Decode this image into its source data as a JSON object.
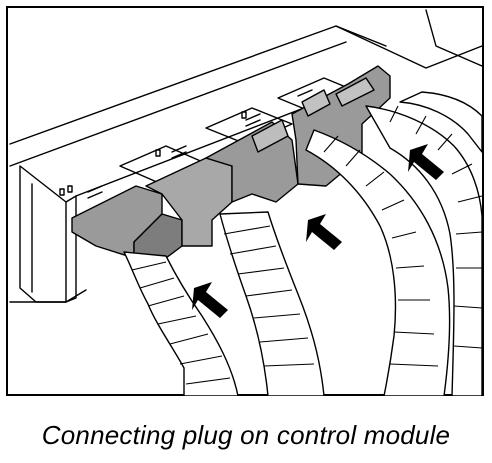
{
  "caption": "Connecting plug on control module",
  "colors": {
    "line": "#000000",
    "background": "#ffffff",
    "plug_fill": "#9a9a9a",
    "plug_shadow": "#7d7d7d",
    "arrow": "#000000"
  },
  "icons": [
    "push-direction-arrow-icon",
    "wiring-harness",
    "connector-plug",
    "control-module"
  ]
}
